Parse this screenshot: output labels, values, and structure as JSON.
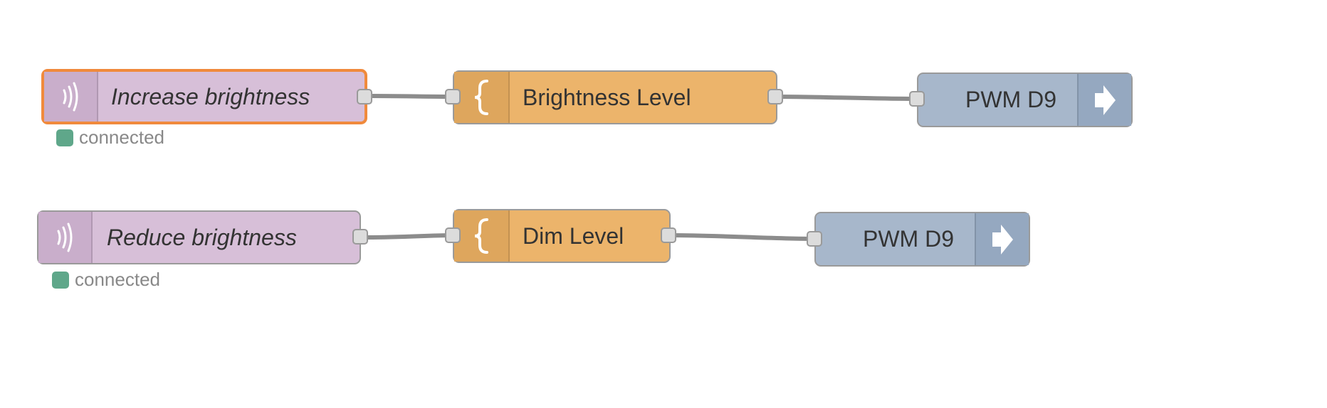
{
  "colors": {
    "canvas_bg": "#ffffff",
    "websocket_node": "#d7bfd8",
    "function_node": "#ecb46b",
    "pwm_node": "#a7b7cb",
    "selected_border": "#f08a3c",
    "wire": "#8c8c8c",
    "status_connected": "#5fa78a"
  },
  "flows": [
    {
      "input": {
        "label": "Increase brightness",
        "icon": "websocket-wave-icon",
        "selected": true,
        "status": "connected"
      },
      "function": {
        "label": "Brightness Level",
        "icon": "curly-brace-icon"
      },
      "output": {
        "label": "PWM D9",
        "icon": "arrow-right-icon"
      }
    },
    {
      "input": {
        "label": "Reduce brightness",
        "icon": "websocket-wave-icon",
        "selected": false,
        "status": "connected"
      },
      "function": {
        "label": "Dim Level",
        "icon": "curly-brace-icon"
      },
      "output": {
        "label": "PWM D9",
        "icon": "arrow-right-icon"
      }
    }
  ]
}
